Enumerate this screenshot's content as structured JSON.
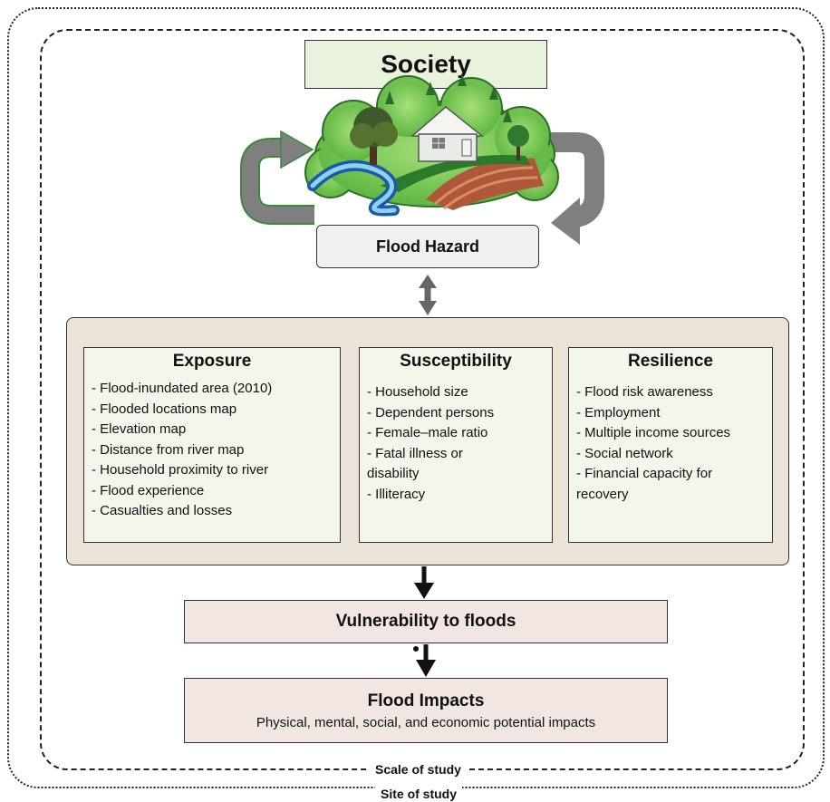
{
  "society": "Society",
  "flood_hazard": "Flood Hazard",
  "factors": [
    {
      "title": "Exposure",
      "items": [
        "- Flood-inundated area (2010)",
        "- Flooded locations map",
        "- Elevation map",
        "- Distance from river map",
        "- Household proximity to river",
        "- Flood experience",
        "- Casualties and losses"
      ]
    },
    {
      "title": "Susceptibility",
      "items": [
        "- Household size",
        "- Dependent persons",
        "- Female–male ratio",
        "- Fatal illness or disability",
        "- Illiteracy"
      ]
    },
    {
      "title": "Resilience",
      "items": [
        "- Flood risk awareness",
        "- Employment",
        "- Multiple income sources",
        "- Social network",
        "- Financial capacity for recovery"
      ]
    }
  ],
  "vulnerability": "Vulnerability to floods",
  "impacts": {
    "title": "Flood Impacts",
    "subtitle": "Physical, mental, social, and economic potential impacts"
  },
  "scale_label": "Scale of study",
  "site_label": "Site of study",
  "colors": {
    "cycle_arrow": "#7f7f7f",
    "arrow_outline_green": "#3a8a3a",
    "society_fill": "#e8f2dc",
    "factors_fill": "#ece3d8",
    "panel_fill": "#f3f6ea",
    "outcome_fill": "#f2e6e3"
  }
}
